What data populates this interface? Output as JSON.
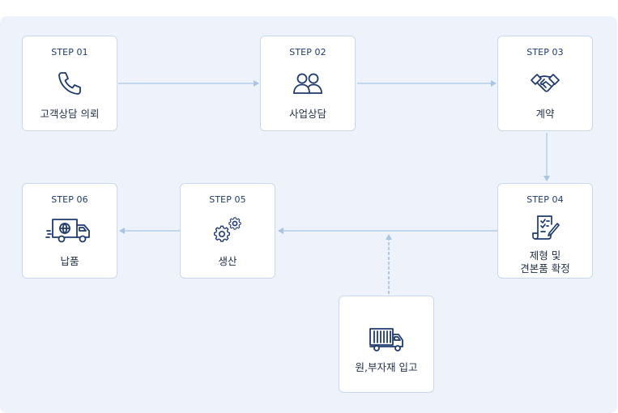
{
  "colors": {
    "panel_bg": "#eef3fb",
    "card_border": "#c9d8ec",
    "arrow": "#a9c5e3",
    "icon": "#1e3a6e"
  },
  "steps": [
    {
      "num": "STEP 01",
      "label": "고객상담 의뢰",
      "icon": "phone-icon"
    },
    {
      "num": "STEP 02",
      "label": "사업상담",
      "icon": "users-icon"
    },
    {
      "num": "STEP 03",
      "label": "계약",
      "icon": "handshake-icon"
    },
    {
      "num": "STEP 04",
      "label_line1": "제형 및",
      "label_line2": "견본품 확정",
      "icon": "document-pen-icon"
    },
    {
      "num": "STEP 05",
      "label": "생산",
      "icon": "gears-icon"
    },
    {
      "num": "STEP 06",
      "label": "납품",
      "icon": "delivery-truck-icon"
    }
  ],
  "supply": {
    "label": "원,부자재 입고",
    "icon": "container-truck-icon"
  }
}
